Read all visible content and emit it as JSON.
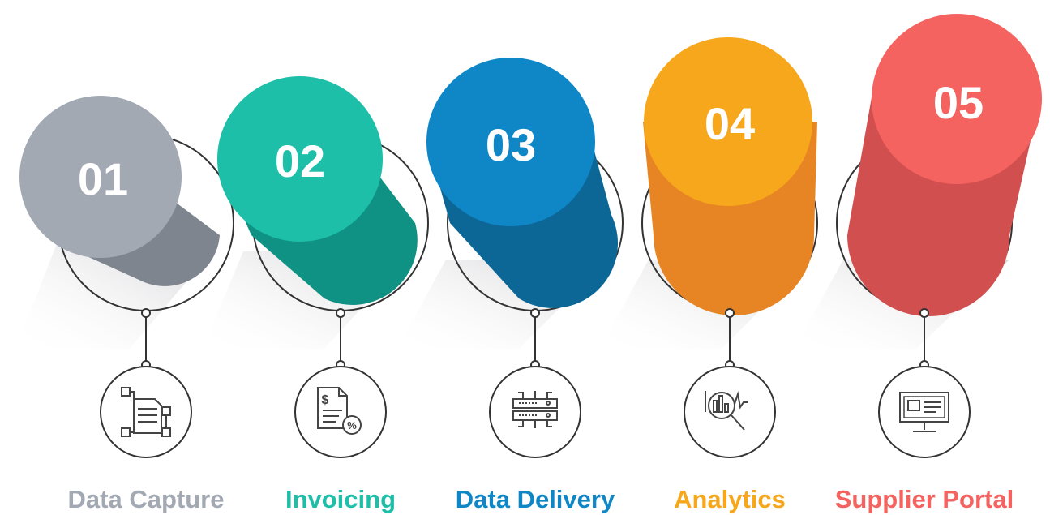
{
  "steps": [
    {
      "number": "01",
      "label": "Data Capture",
      "icon": "document-flow-icon",
      "top_color": "#a3a9b3",
      "body_color": "#7f858e",
      "label_color": "#a3a9b3"
    },
    {
      "number": "02",
      "label": "Invoicing",
      "icon": "invoice-icon",
      "top_color": "#1dbfa9",
      "body_color": "#0f9283",
      "label_color": "#1dbfa9"
    },
    {
      "number": "03",
      "label": "Data Delivery",
      "icon": "server-network-icon",
      "top_color": "#0f87c6",
      "body_color": "#0c6797",
      "label_color": "#0f87c6"
    },
    {
      "number": "04",
      "label": "Analytics",
      "icon": "chart-magnifier-icon",
      "top_color": "#f6a71b",
      "body_color": "#e78423",
      "label_color": "#f6a71b"
    },
    {
      "number": "05",
      "label": "Supplier Portal",
      "icon": "monitor-dashboard-icon",
      "top_color": "#f4635f",
      "body_color": "#d24f50",
      "label_color": "#f4635f"
    }
  ]
}
